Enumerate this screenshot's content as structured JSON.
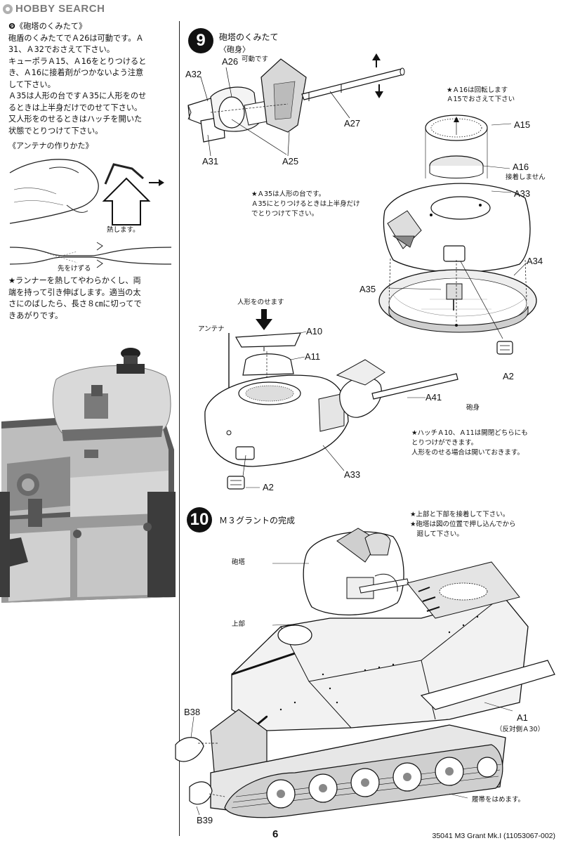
{
  "watermark": "HOBBY SEARCH",
  "left": {
    "step_heading": "❾《砲塔のくみたて》",
    "paragraph_lines": [
      "砲盾のくみたてでＡ26は可動です。Ａ",
      "31、Ａ32でおさえて下さい。",
      "キューポラＡ15、Ａ16をとりつけると",
      "き、Ａ16に接着剤がつかないよう注意",
      "して下さい。",
      "Ａ35は人形の台ですＡ35に人形をのせ",
      "るときは上半身だけでのせて下さい。",
      "又人形をのせるときはハッチを開いた",
      "状態でとりつけて下さい。"
    ],
    "antenna_title": "《アンテナの作りかた》",
    "heat_label": "熱します。",
    "stretch_label": "先をけずる",
    "runner_lines": [
      "★ランナーを熱してやわらかくし、両",
      "端を持って引き伸ばします。適当の太",
      "さにのばしたら、長さ８㎝に切ってで",
      "きあがりです。"
    ]
  },
  "step9": {
    "number": "9",
    "title": "砲塔のくみたて",
    "subtitle": "〈砲身〉",
    "movable": "可動です",
    "parts": {
      "a32": "A32",
      "a26": "A26",
      "a31": "A31",
      "a25": "A25",
      "a27": "A27",
      "a15": "A15",
      "a16": "A16",
      "a33": "A33",
      "a34": "A34",
      "a35": "A35",
      "a2": "A2",
      "a10": "A10",
      "a11": "A11",
      "a41": "A41",
      "a33b": "A33",
      "a2b": "A2"
    },
    "a16_note_lines": [
      "★Ａ16は回転します",
      "Ａ15でおさえて下さい"
    ],
    "no_glue": "接着しません",
    "a35_note_lines": [
      "★Ａ35は人形の台です。",
      "Ａ35にとりつけるときは上半身だけ",
      "でとりつけて下さい。"
    ],
    "figure_label": "人形をのせます",
    "antenna_label": "アンテナ",
    "barrel_label": "砲身",
    "hatch_note_lines": [
      "★ハッチＡ10、Ａ11は開閉どちらにも",
      "とりつけができます。",
      "人形をのせる場合は開いておきます。"
    ]
  },
  "step10": {
    "number": "10",
    "title": "Ｍ３グラントの完成",
    "note_lines": [
      "★上部と下部を接着して下さい。",
      "★砲塔は図の位置で押し込んでから",
      "　廻して下さい。"
    ],
    "turret_label": "砲塔",
    "upper_label": "上部",
    "parts": {
      "a1": "A1",
      "a1_note": "（反対側Ａ30）",
      "b38": "B38",
      "b39": "B39"
    },
    "track_label": "履帯をはめます。"
  },
  "footer": {
    "page_number": "6",
    "product": "35041 M3 Grant Mk.I (11053067-002)"
  }
}
